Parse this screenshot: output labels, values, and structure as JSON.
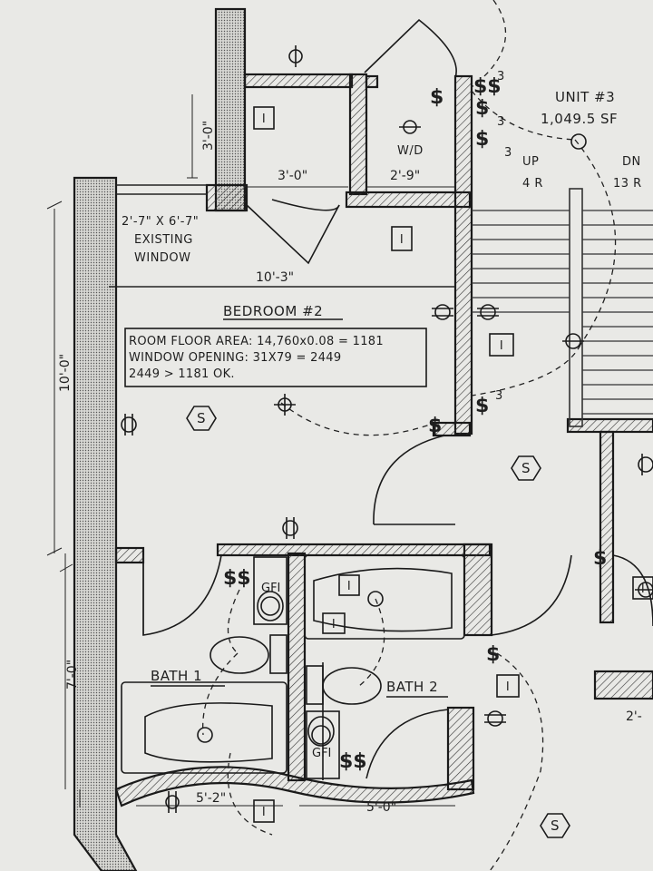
{
  "unit": {
    "name": "UNIT #3",
    "area": "1,049.5 SF"
  },
  "stairs": {
    "up": "UP",
    "up_risers": "4 R",
    "down": "DN",
    "down_risers": "13 R"
  },
  "rooms": {
    "bedroom": "BEDROOM #2",
    "bath1": "BATH 1",
    "bath2": "BATH 2",
    "laundry": "W/D"
  },
  "window": {
    "size": "2'-7\" X 6'-7\"",
    "line1": "EXISTING",
    "line2": "WINDOW"
  },
  "calc": {
    "line1": "ROOM FLOOR AREA: 14,760x0.08 = 1181",
    "line2": "WINDOW OPENING: 31X79 = 2449",
    "line3": "2449 > 1181 OK."
  },
  "dims": {
    "closet_width": "3'-0\"",
    "closet_depth": "3'-0\"",
    "wd_width": "2'-9\"",
    "bedroom_width": "10'-3\"",
    "bedroom_depth": "10'-0\"",
    "bath_depth": "7'-0\"",
    "bath1_width": "5'-2\"",
    "bath2_width": "5'-0\"",
    "edge_dim": "2'-"
  },
  "symbols": {
    "smoke": "S",
    "switch_single": "$",
    "switch_double": "$$",
    "three_way": "3",
    "gfi": "GFI",
    "light": "I"
  }
}
